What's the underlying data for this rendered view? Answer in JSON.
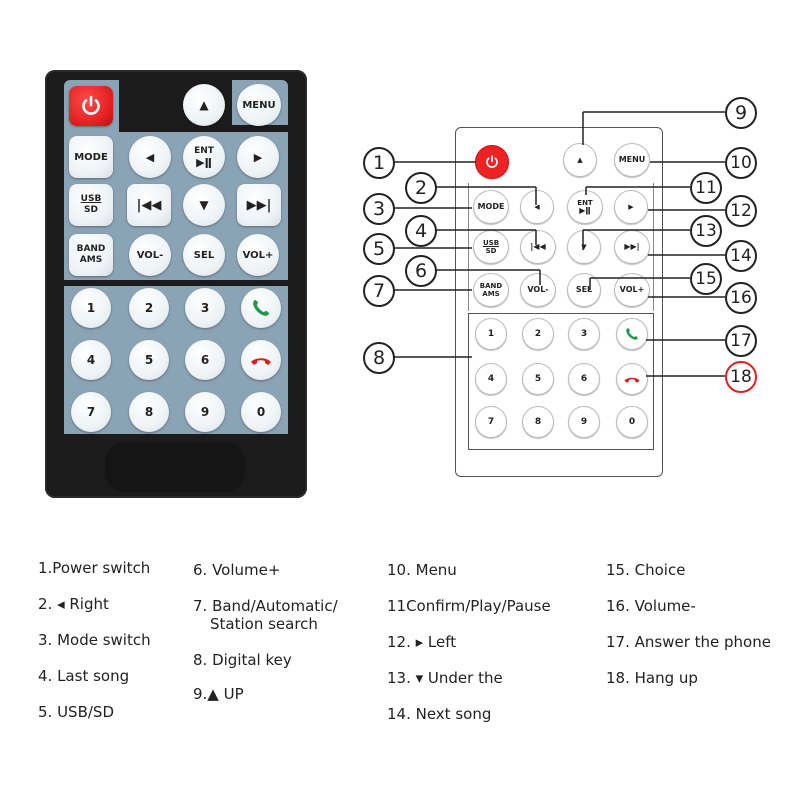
{
  "remote": {
    "power_icon": "power-icon",
    "menu": "MENU",
    "mode": "MODE",
    "ent": "ENT",
    "playpause": "▶ǁ",
    "usb": "USB",
    "sd": "SD",
    "band": "BAND",
    "ams": "AMS",
    "vol_minus": "VOL-",
    "sel": "SEL",
    "vol_plus": "VOL+",
    "up": "▲",
    "down": "▼",
    "left": "◀",
    "right": "▶",
    "prev": "⏮",
    "next": "⏭",
    "digits": [
      "1",
      "2",
      "3",
      "4",
      "5",
      "6",
      "7",
      "8",
      "9",
      "0"
    ]
  },
  "callouts": [
    "1",
    "2",
    "3",
    "4",
    "5",
    "6",
    "7",
    "8",
    "9",
    "10",
    "11",
    "12",
    "13",
    "14",
    "15",
    "16",
    "17",
    "18"
  ],
  "legend": [
    "1.Power switch",
    "2. ◂ Right",
    "3. Mode switch",
    "4. Last song",
    "5. USB/SD",
    "6. Volume+",
    "7. Band/Automatic/",
    "Station search",
    "8. Digital key",
    "9.▲ UP",
    "10. Menu",
    "11Confirm/Play/Pause",
    "12. ▸ Left",
    "13. ▾ Under the",
    "14. Next song",
    "15. Choice",
    "16. Volume-",
    "17. Answer the phone",
    "18. Hang up"
  ],
  "colors": {
    "pad": "#8aa3b5",
    "body": "#1b1b1b",
    "power": "#e01e1e",
    "answer": "#1f9a4a",
    "hangup": "#d81e1e"
  }
}
